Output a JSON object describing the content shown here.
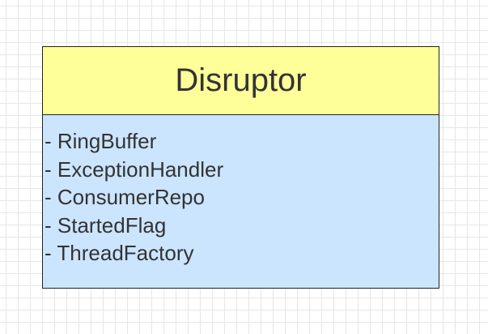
{
  "diagram": {
    "class_name": "Disruptor",
    "attributes": [
      "- RingBuffer",
      "- ExceptionHandler",
      "- ConsumerRepo",
      "- StartedFlag",
      "- ThreadFactory"
    ]
  },
  "colors": {
    "header_fill": "#ffff99",
    "body_fill": "#cce5ff",
    "border": "#222222",
    "text": "#333333"
  }
}
